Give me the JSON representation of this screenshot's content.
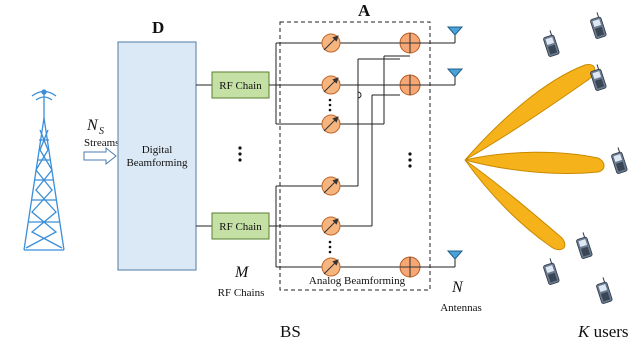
{
  "labels": {
    "digital_block_letter": "D",
    "analog_block_letter": "A",
    "ns_symbol": "N",
    "ns_subscript": "S",
    "streams": "Streams",
    "digital_bf_line1": "Digital",
    "digital_bf_line2": "Beamforming",
    "rf_chain_top": "RF Chain",
    "rf_chain_bottom": "RF Chain",
    "m_symbol": "M",
    "rf_chains": "RF Chains",
    "analog_bf": "Analog Beamforming",
    "n_symbol": "N",
    "antennas": "Antennas",
    "bs": "BS",
    "k_symbol": "K",
    "users": " users"
  },
  "colors": {
    "digital_fill": "#dbe9f6",
    "digital_stroke": "#6a8fb3",
    "rf_fill": "#c5e0a5",
    "rf_stroke": "#5a7f2f",
    "phase_fill": "#f6b47e",
    "phase_stroke": "#c0672a",
    "adder_fill": "#f7a774",
    "adder_stroke": "#b85a1f",
    "antenna_fill": "#4aa3d8",
    "tower": "#3b8ed8",
    "beam_fill": "#f6b21a",
    "beam_stroke": "#c98a00",
    "phone_body": "#6a7b90"
  },
  "icons": [
    "base-station-tower-icon",
    "phase-shifter-icon",
    "adder-icon",
    "antenna-icon",
    "mobile-phone-icon",
    "beam-lobe-icon"
  ]
}
